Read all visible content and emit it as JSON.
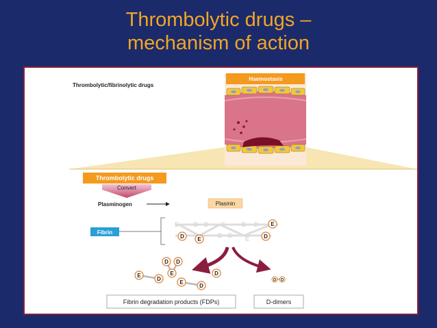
{
  "slide": {
    "title_line1": "Thrombolytic drugs –",
    "title_line2": "mechanism of action"
  },
  "figure": {
    "heading": "Thrombolytic/fibrinolytic drugs",
    "haemostasis_label": "Haemostasis",
    "thrombolytic_label": "Thrombolytic drugs",
    "convert_label": "Convert",
    "plasminogen_label": "Plasminogen",
    "plasmin_label": "Plasmin",
    "fibrin_label": "Fibrin",
    "fdp_label": "Fibrin degradation products (FDPs)",
    "ddimer_label": "D-dimers",
    "letter_d": "D",
    "letter_e": "E"
  },
  "colors": {
    "background": "#1b2a6b",
    "title": "#f2a623",
    "panel_border": "#8a1f3a",
    "orange_label": "#f39a1f",
    "peach_label": "#fcd6a4",
    "fibrin_blue": "#2a9fd6",
    "arrow_maroon": "#8b1e3f",
    "vessel_pink": "#d9748a"
  }
}
